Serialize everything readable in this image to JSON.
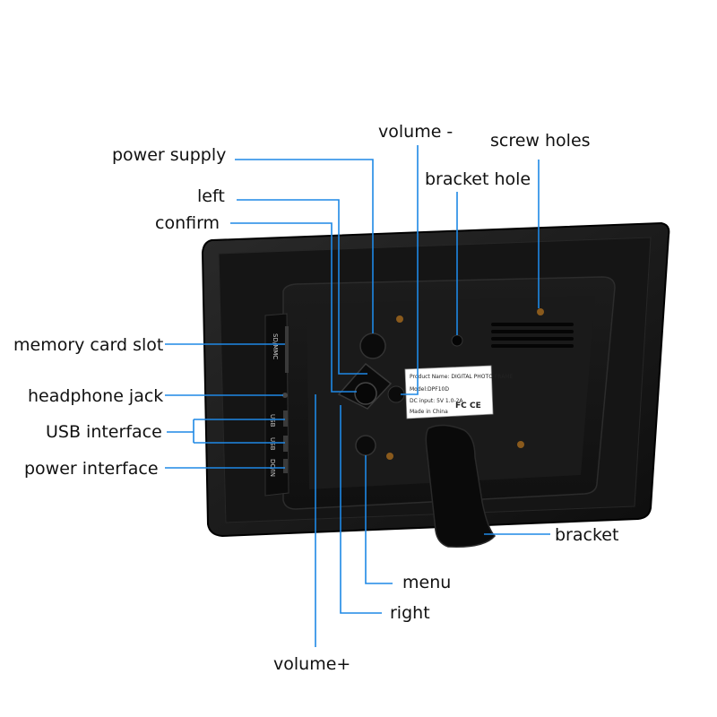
{
  "accent_color": "#1e88e5",
  "device_color": "#141414",
  "labels": {
    "volume_minus": "volume -",
    "screw_holes": "screw holes",
    "power_supply": "power supply",
    "bracket_hole": "bracket hole",
    "left": "left",
    "confirm": "confirm",
    "memory_card_slot": "memory card slot",
    "headphone_jack": "headphone jack",
    "usb_interface": "USB interface",
    "power_interface": "power interface",
    "bracket": "bracket",
    "menu": "menu",
    "right": "right",
    "volume_plus": "volume+"
  },
  "product_sticker": {
    "product_name": "Product Name: DIGITAL PHOTO FRAME",
    "model": "Model:DPF10D",
    "dc_input": "DC input: 5V 1.0-2A",
    "made_in": "Made in China",
    "fcc_mark": "FC",
    "ce_mark": "CE"
  },
  "side_ports": {
    "sdmmc": "SD/MMC",
    "usb1": "USB",
    "usb2": "USB",
    "dcin": "DC/IN"
  }
}
